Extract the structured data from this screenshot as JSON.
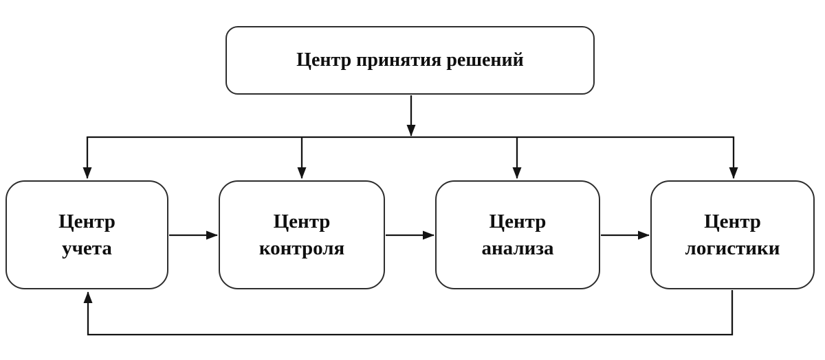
{
  "diagram": {
    "decision": {
      "label": "Центр принятия решений"
    },
    "nodes": [
      {
        "id": "accounting",
        "label": "Центр\nучета"
      },
      {
        "id": "control",
        "label": "Центр\nконтроля"
      },
      {
        "id": "analysis",
        "label": "Центр\nанализа"
      },
      {
        "id": "logistics",
        "label": "Центр\nлогистики"
      }
    ],
    "flows": [
      "decision -> accounting",
      "decision -> control",
      "decision -> analysis",
      "decision -> logistics",
      "accounting -> control",
      "control -> analysis",
      "analysis -> logistics",
      "logistics -> accounting (feedback loop)"
    ],
    "colors": {
      "background": "#ffffff",
      "node_border": "#2d2d2d",
      "line": "#141414",
      "text": "#0f0f0f"
    }
  }
}
